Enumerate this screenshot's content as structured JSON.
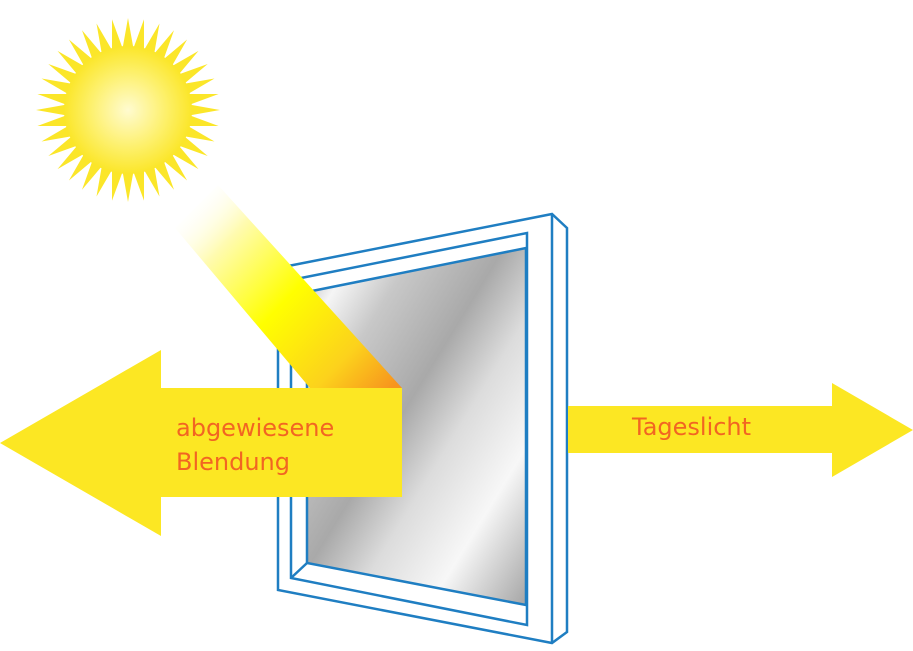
{
  "labels": {
    "reflected_line1": "abgewiesene",
    "reflected_line2": "Blendung",
    "daylight": "Tageslicht"
  },
  "colors": {
    "arrow_yellow": "#fce723",
    "label_orange": "#f26522",
    "frame_blue": "#1f7ec2",
    "sun_yellow": "#fbe629"
  },
  "icons": [
    "sun-icon",
    "window-icon",
    "arrow-left-icon",
    "arrow-right-icon"
  ]
}
